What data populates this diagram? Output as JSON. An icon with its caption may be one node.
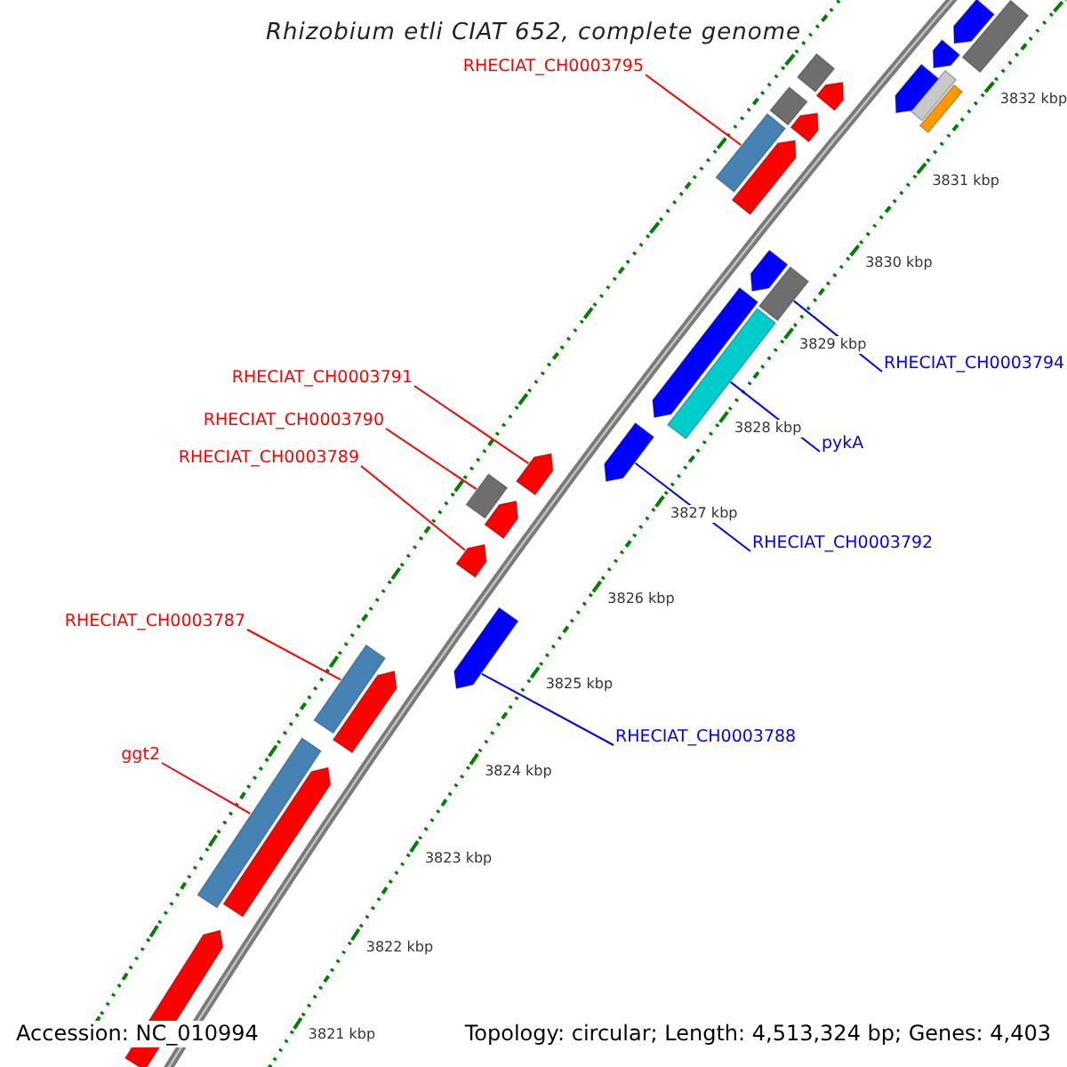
{
  "diagram": {
    "title": "Rhizobium etli CIAT 652, complete genome",
    "nodes": [
      {
        "text": [
          "RHECIAT_CH0003795"
        ]
      },
      {
        "text": [
          "RHECIAT_CH0003791"
        ]
      },
      {
        "text": [
          "RHECIAT_CH0003790"
        ]
      },
      {
        "text": [
          "RHECIAT_CH0003789"
        ]
      },
      {
        "text": [
          "RHECIAT_CH0003787"
        ]
      },
      {
        "text": [
          "ggt2"
        ]
      },
      {
        "text": [
          "RHECIAT_CH0003794"
        ]
      },
      {
        "text": [
          "pykA"
        ]
      },
      {
        "text": [
          "RHECIAT_CH0003792"
        ]
      },
      {
        "text": [
          "RHECIAT_CH0003788"
        ]
      },
      {
        "text": [],
        "shape": "bar"
      },
      {
        "text": [],
        "shape": "arrow"
      },
      {
        "text": [],
        "shape": "box"
      },
      {
        "text": [],
        "shape": "arrow"
      },
      {
        "text": [],
        "shape": "bar"
      },
      {
        "text": [],
        "shape": "bar"
      },
      {
        "text": [],
        "shape": "box"
      },
      {
        "text": [],
        "shape": "bar"
      },
      {
        "text": [],
        "shape": "arrow"
      },
      {
        "text": [],
        "shape": "arrow"
      },
      {
        "text": [],
        "shape": "arrow"
      },
      {
        "text": [],
        "shape": "arrow"
      },
      {
        "text": [],
        "shape": "arrow"
      },
      {
        "text": [],
        "shape": "arrow"
      },
      {
        "text": [],
        "shape": "arrow"
      },
      {
        "text": [],
        "shape": "arrow"
      },
      {
        "text": [],
        "shape": "arrow"
      },
      {
        "text": [],
        "shape": "box"
      },
      {
        "text": [],
        "shape": "box"
      },
      {
        "text": [],
        "shape": "arrow"
      },
      {
        "text": [],
        "shape": "arrow"
      },
      {
        "text": [],
        "shape": "arrow"
      },
      {
        "text": [],
        "shape": "arrow"
      },
      {
        "text": [],
        "shape": "arrow"
      },
      {
        "text": [],
        "shape": "bar"
      },
      {
        "text": [],
        "shape": "bar"
      },
      {
        "text": [],
        "shape": "bar"
      }
    ],
    "edges": [
      {
        "from": 0,
        "to": 10,
        "arrow": "none"
      },
      {
        "from": 1,
        "to": 11,
        "arrow": "none"
      },
      {
        "from": 2,
        "to": 12,
        "arrow": "none"
      },
      {
        "from": 3,
        "to": 13,
        "arrow": "none"
      },
      {
        "from": 4,
        "to": 14,
        "arrow": "none"
      },
      {
        "from": 5,
        "to": 15,
        "arrow": "none"
      },
      {
        "from": 6,
        "to": 16,
        "arrow": "none",
        "color": "#0000ff"
      },
      {
        "from": 7,
        "to": 17,
        "arrow": "none",
        "color": "#0000ff"
      },
      {
        "from": 8,
        "to": 18,
        "arrow": "none",
        "color": "#0000ff"
      },
      {
        "from": 9,
        "to": 19,
        "arrow": "none",
        "color": "#0000ff"
      }
    ],
    "labels": [
      "3821 kbp",
      "3822 kbp",
      "3823 kbp",
      "3824 kbp",
      "3825 kbp",
      "3826 kbp",
      "3827 kbp",
      "3828 kbp",
      "3829 kbp",
      "3830 kbp",
      "3831 kbp",
      "3832 kbp",
      "Accession: NC_010994",
      "Topology: circular; Length: 4,513,324 bp; Genes: 4,403"
    ]
  }
}
